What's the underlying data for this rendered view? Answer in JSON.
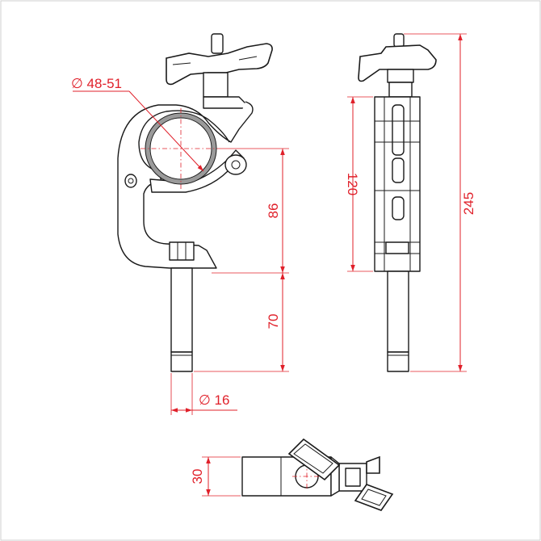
{
  "drawing": {
    "dimensions": {
      "tube_diameter": "∅ 48-51",
      "clamp_height": "86",
      "spigot_length": "70",
      "spigot_diameter": "∅ 16",
      "body_height": "120",
      "total_height": "245",
      "clamp_width": "30"
    },
    "colors": {
      "dimension": "#e0202a",
      "outline": "#1a1a1a",
      "frame": "#cfcfcf",
      "tube_ring": "#9a9a9a"
    }
  }
}
